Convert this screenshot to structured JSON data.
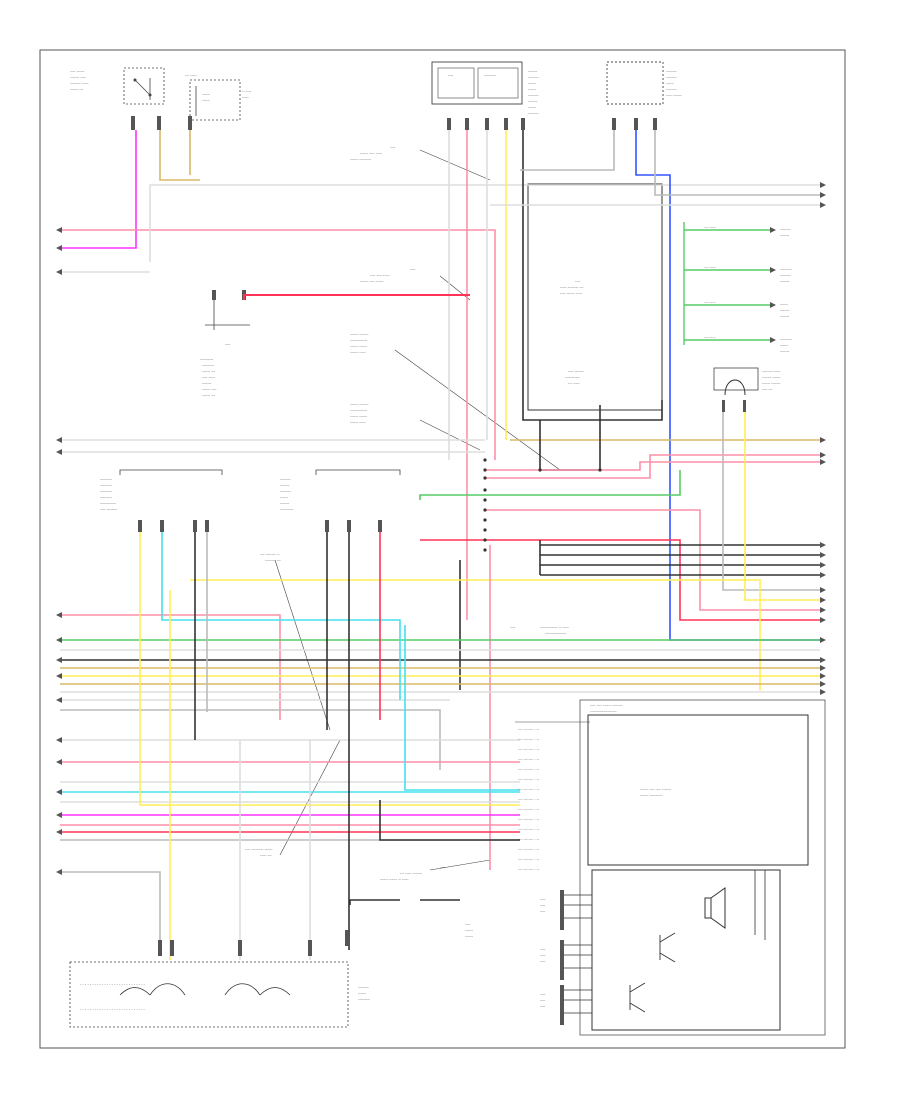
{
  "footer_code": "",
  "colors": {
    "pink": "#ff8fa8",
    "red": "#ff3355",
    "magenta": "#ff33ff",
    "yellow": "#ffee55",
    "tan": "#d9b866",
    "green": "#55cc66",
    "blue": "#3355ff",
    "cyan": "#44e0ee",
    "black": "#333333",
    "gray": "#bbbbbb",
    "light_gray": "#dddddd",
    "white": "#f4f4f4"
  },
  "diagram": {
    "components": [
      "Ignition switch (upper left)",
      "Fuse block (upper left)",
      "Splice pack (upper center)",
      "Center connector module",
      "Ground junction (left middle)",
      "Left rear connector",
      "Right rear connector",
      "Connector block (right lower)",
      "Amplifier / speaker assembly",
      "Bottom connector strip"
    ],
    "right_edge_wires": {
      "top_group": 3,
      "middle_group": 3,
      "main_bundle": 12,
      "lower_group": 4
    },
    "left_edge_wires": 22
  }
}
